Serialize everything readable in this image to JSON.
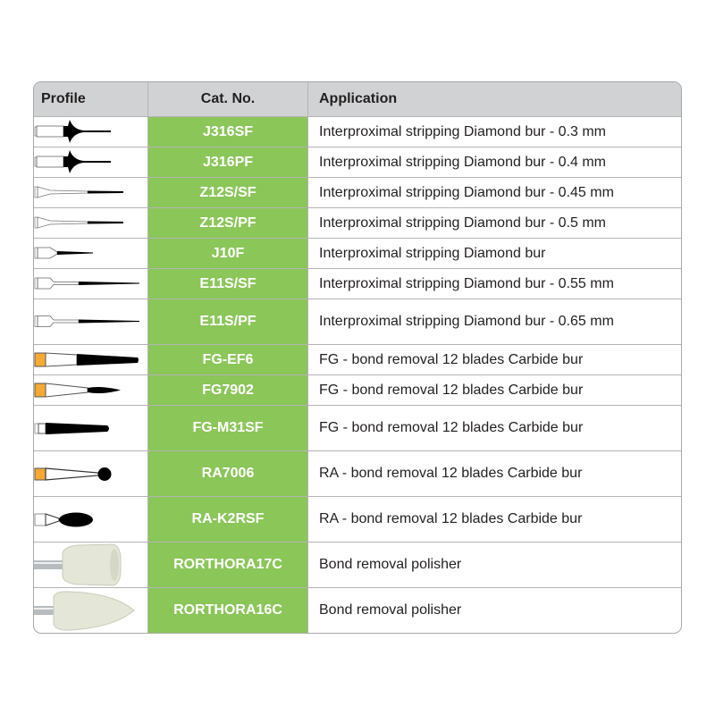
{
  "headers": {
    "profile": "Profile",
    "cat_no": "Cat. No.",
    "application": "Application"
  },
  "colors": {
    "cat_bg": "#8bc659",
    "header_bg": "#d1d2d4",
    "shank_orange": "#f7a934"
  },
  "rows": [
    {
      "cat": "J316SF",
      "app": "Interproximal stripping Diamond bur - 0.3 mm",
      "icon": "disc-diamond"
    },
    {
      "cat": "J316PF",
      "app": "Interproximal stripping Diamond bur - 0.4 mm",
      "icon": "disc-diamond"
    },
    {
      "cat": "Z12S/SF",
      "app": "Interproximal stripping Diamond bur - 0.45 mm",
      "icon": "long-needle"
    },
    {
      "cat": "Z12S/PF",
      "app": "Interproximal stripping Diamond bur - 0.5 mm",
      "icon": "long-needle"
    },
    {
      "cat": "J10F",
      "app": "Interproximal stripping Diamond bur",
      "icon": "short-needle"
    },
    {
      "cat": "E11S/SF",
      "app": "Interproximal stripping Diamond bur - 0.55 mm",
      "icon": "needle-bur"
    },
    {
      "cat": "E11S/PF",
      "app": "Interproximal stripping Diamond bur - 0.65 mm",
      "icon": "needle-bur"
    },
    {
      "cat": "FG-EF6",
      "app": "FG - bond removal 12 blades Carbide bur",
      "icon": "fg-taper"
    },
    {
      "cat": "FG7902",
      "app": "FG - bond removal 12 blades Carbide bur",
      "icon": "fg-flame"
    },
    {
      "cat": "FG-M31SF",
      "app": "FG - bond removal 12 blades Carbide bur",
      "icon": "fg-cylinder"
    },
    {
      "cat": "RA7006",
      "app": "RA - bond removal 12 blades Carbide bur",
      "icon": "ra-round"
    },
    {
      "cat": "RA-K2RSF",
      "app": "RA - bond removal 12 blades Carbide bur",
      "icon": "ra-oval"
    },
    {
      "cat": "RORTHORA17C",
      "app": "Bond removal polisher",
      "icon": "polisher-cup"
    },
    {
      "cat": "RORTHORA16C",
      "app": "Bond removal polisher",
      "icon": "polisher-bullet"
    }
  ]
}
